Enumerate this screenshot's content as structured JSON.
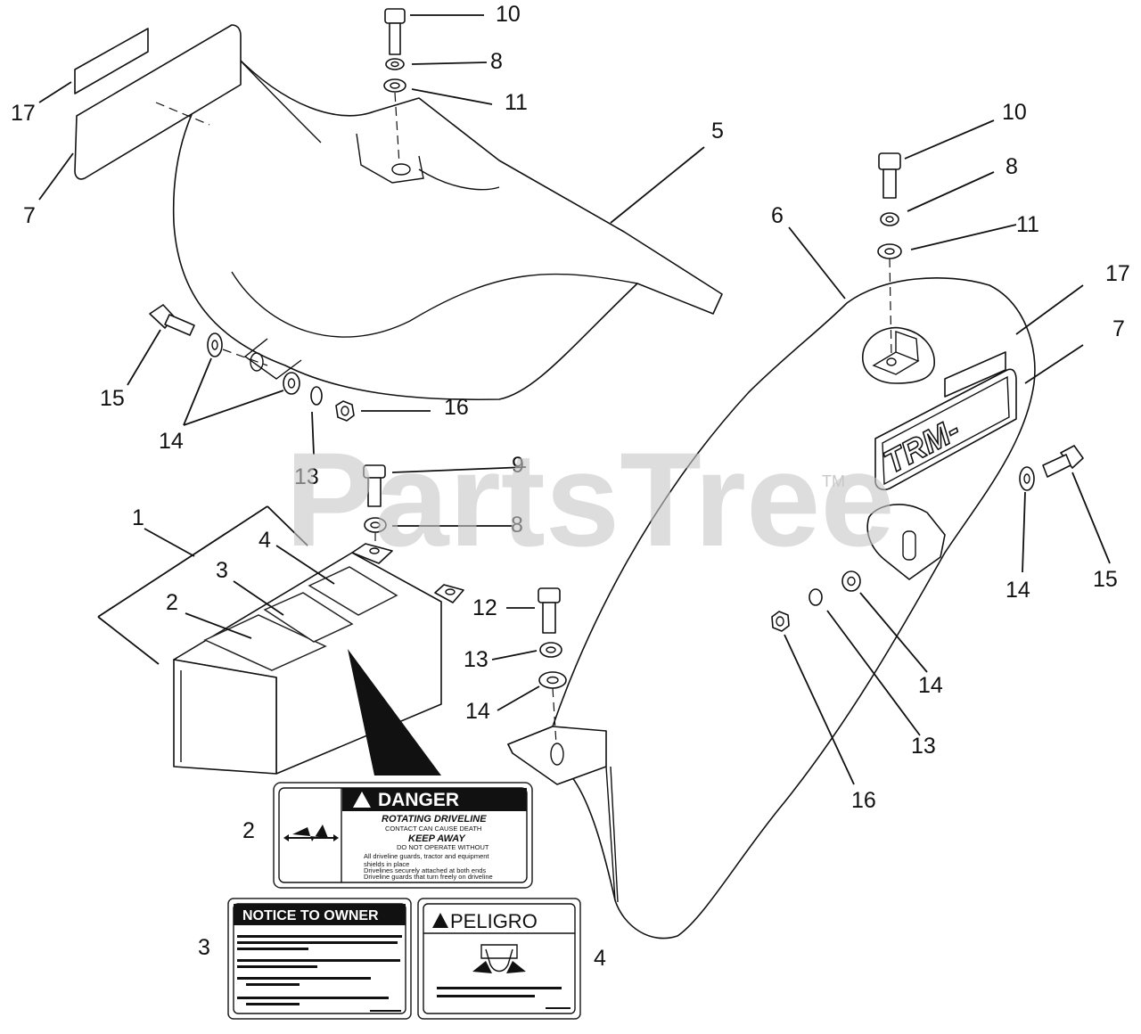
{
  "watermark": {
    "text": "PartsTree",
    "mark": "TM"
  },
  "guard_logo": "TRM-",
  "callouts": [
    {
      "id": "c1",
      "label": "1"
    },
    {
      "id": "c2",
      "label": "2"
    },
    {
      "id": "c3",
      "label": "3"
    },
    {
      "id": "c4",
      "label": "4"
    },
    {
      "id": "c5",
      "label": "5"
    },
    {
      "id": "c6",
      "label": "6"
    },
    {
      "id": "c7a",
      "label": "7"
    },
    {
      "id": "c7b",
      "label": "7"
    },
    {
      "id": "c8a",
      "label": "8"
    },
    {
      "id": "c8b",
      "label": "8"
    },
    {
      "id": "c8c",
      "label": "8"
    },
    {
      "id": "c9",
      "label": "9"
    },
    {
      "id": "c10a",
      "label": "10"
    },
    {
      "id": "c10b",
      "label": "10"
    },
    {
      "id": "c11a",
      "label": "11"
    },
    {
      "id": "c11b",
      "label": "11"
    },
    {
      "id": "c12",
      "label": "12"
    },
    {
      "id": "c13a",
      "label": "13"
    },
    {
      "id": "c13b",
      "label": "13"
    },
    {
      "id": "c13c",
      "label": "13"
    },
    {
      "id": "c14a",
      "label": "14"
    },
    {
      "id": "c14b",
      "label": "14"
    },
    {
      "id": "c14c",
      "label": "14"
    },
    {
      "id": "c14d",
      "label": "14"
    },
    {
      "id": "c15a",
      "label": "15"
    },
    {
      "id": "c15b",
      "label": "15"
    },
    {
      "id": "c16a",
      "label": "16"
    },
    {
      "id": "c16b",
      "label": "16"
    },
    {
      "id": "c17a",
      "label": "17"
    },
    {
      "id": "c17b",
      "label": "17"
    },
    {
      "id": "d2",
      "label": "2"
    },
    {
      "id": "d3",
      "label": "3"
    },
    {
      "id": "d4",
      "label": "4"
    }
  ],
  "decals": {
    "danger": {
      "header": "DANGER",
      "line1": "ROTATING DRIVELINE",
      "line2": "CONTACT CAN CAUSE DEATH",
      "line3": "KEEP AWAY",
      "line4": "DO NOT OPERATE WITHOUT",
      "line5": "All driveline guards, tractor and equipment",
      "line6": "shields in place",
      "line7": "Drivelines securely attached at both ends",
      "line8": "Driveline guards that turn freely on driveline"
    },
    "notice": {
      "header": "NOTICE TO OWNER"
    },
    "peligro": {
      "header": "PELIGRO"
    }
  },
  "colors": {
    "ink": "#111111",
    "watermark": "#c8c8c8",
    "decal_header": "#111111"
  }
}
